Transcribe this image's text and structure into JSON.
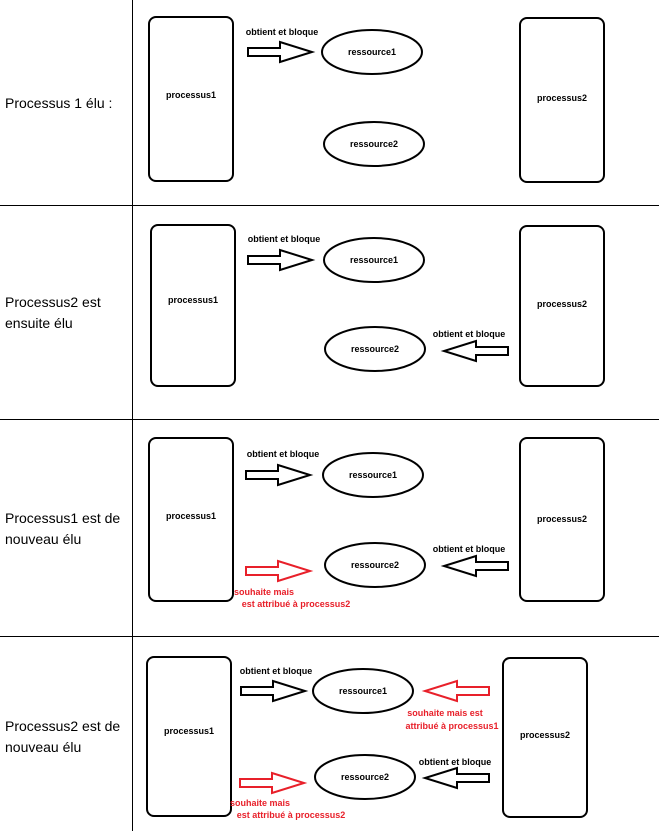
{
  "rows": [
    {
      "label": "Processus 1 élu :",
      "p1": "processus1",
      "p2": "processus2",
      "r1": "ressource1",
      "r2": "ressource2",
      "a1": "obtient et bloque"
    },
    {
      "label": "Processus2 est ensuite élu",
      "p1": "processus1",
      "p2": "processus2",
      "r1": "ressource1",
      "r2": "ressource2",
      "a1": "obtient et bloque",
      "a2": "obtient et bloque"
    },
    {
      "label": "Processus1 est de nouveau élu",
      "p1": "processus1",
      "p2": "processus2",
      "r1": "ressource1",
      "r2": "ressource2",
      "a1": "obtient et bloque",
      "a2": "obtient et bloque",
      "w1a": "souhaite mais",
      "w1b": "est attribué à processus2"
    },
    {
      "label": "Processus2 est de nouveau élu",
      "p1": "processus1",
      "p2": "processus2",
      "r1": "ressource1",
      "r2": "ressource2",
      "a1": "obtient et bloque",
      "a2": "obtient et bloque",
      "w1a": "souhaite mais",
      "w1b": "est attribué à processus2",
      "w2a": "souhaite mais est",
      "w2b": "attribué à processus1"
    }
  ],
  "colors": {
    "line": "#000000",
    "wait": "#e8202a",
    "background": "#ffffff"
  }
}
